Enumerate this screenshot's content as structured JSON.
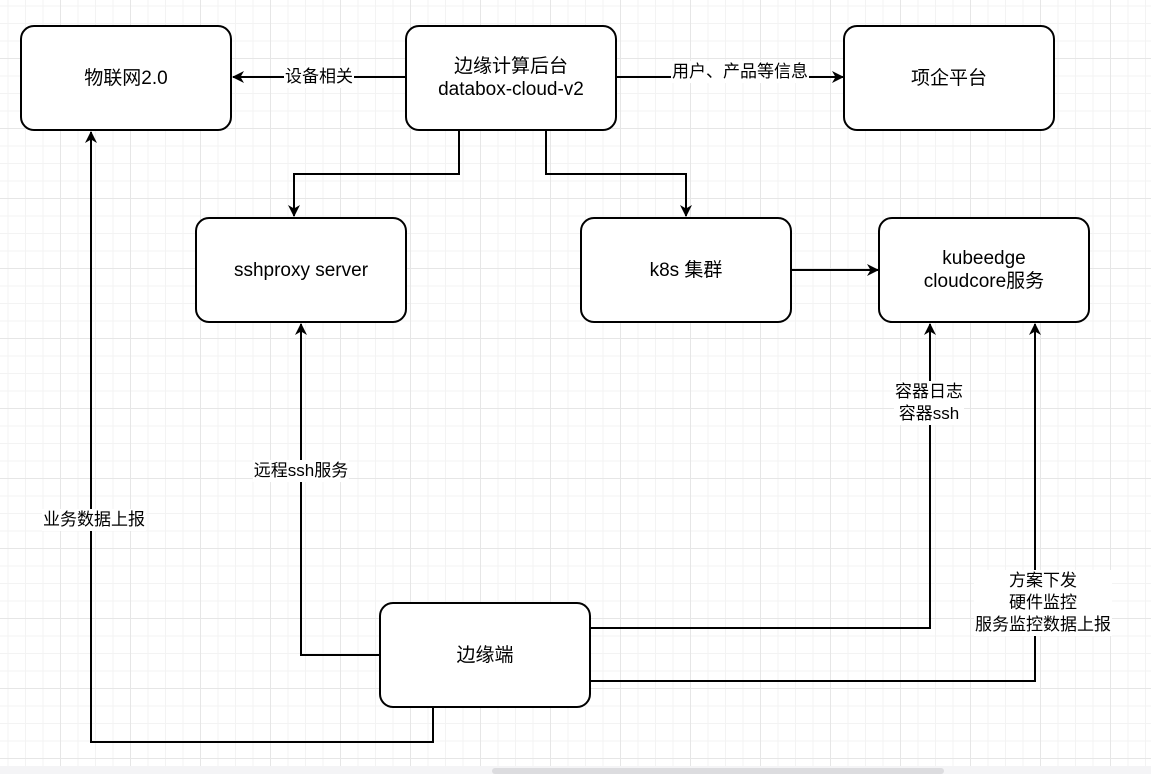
{
  "diagram": {
    "nodes": {
      "iot": {
        "lines": [
          "物联网2.0"
        ]
      },
      "backend": {
        "lines": [
          "边缘计算后台",
          "databox-cloud-v2"
        ]
      },
      "enterprise": {
        "lines": [
          "项企平台"
        ]
      },
      "sshproxy": {
        "lines": [
          "sshproxy server"
        ]
      },
      "k8s": {
        "lines": [
          "k8s 集群"
        ]
      },
      "kubeedge": {
        "lines": [
          "kubeedge",
          "cloudcore服务"
        ]
      },
      "edge": {
        "lines": [
          "边缘端"
        ]
      }
    },
    "edges": [
      {
        "id": "backend-to-iot",
        "from": "backend",
        "to": "iot",
        "label": [
          "设备相关"
        ]
      },
      {
        "id": "backend-to-enterprise",
        "from": "backend",
        "to": "enterprise",
        "label": [
          "用户、产品等信息"
        ]
      },
      {
        "id": "backend-to-sshproxy",
        "from": "backend",
        "to": "sshproxy",
        "label": []
      },
      {
        "id": "backend-to-k8s",
        "from": "backend",
        "to": "k8s",
        "label": []
      },
      {
        "id": "k8s-to-kubeedge",
        "from": "k8s",
        "to": "kubeedge",
        "label": []
      },
      {
        "id": "edge-to-kubeedge-logs",
        "from": "edge",
        "to": "kubeedge",
        "label": [
          "容器日志",
          "容器ssh"
        ]
      },
      {
        "id": "edge-to-kubeedge-monitor",
        "from": "edge",
        "to": "kubeedge",
        "label": [
          "方案下发",
          "硬件监控",
          "服务监控数据上报"
        ]
      },
      {
        "id": "edge-to-sshproxy",
        "from": "edge",
        "to": "sshproxy",
        "label": [
          "远程ssh服务"
        ]
      },
      {
        "id": "edge-to-iot",
        "from": "edge",
        "to": "iot",
        "label": [
          "业务数据上报"
        ]
      }
    ]
  },
  "colors": {
    "stroke": "#000000",
    "fill": "#ffffff",
    "grid": "#e6e6e6"
  }
}
